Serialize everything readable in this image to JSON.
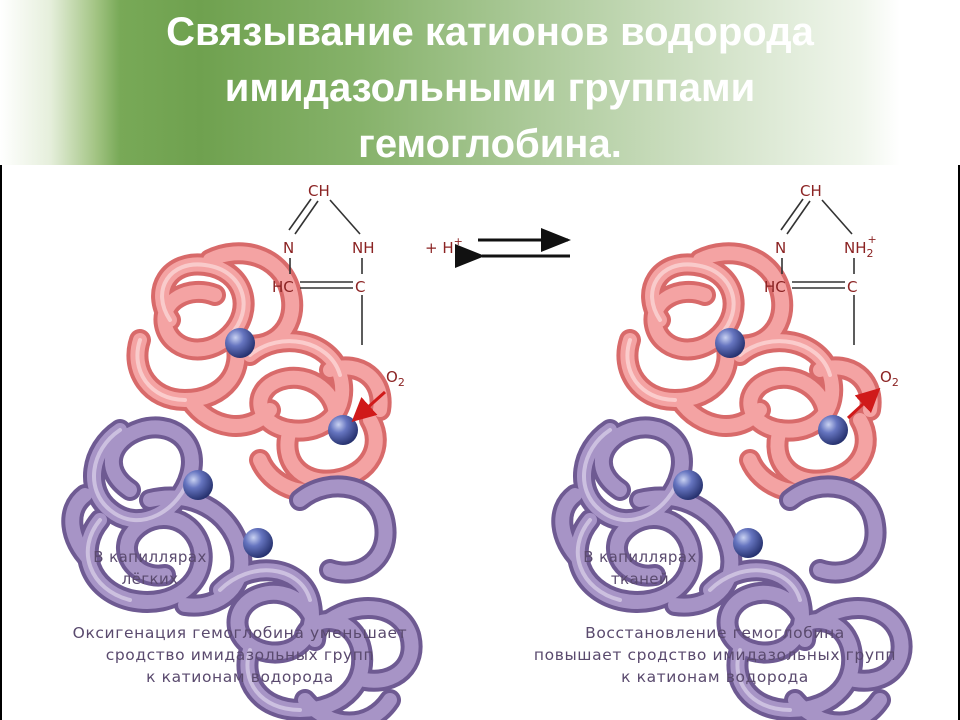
{
  "title": {
    "lines": [
      "Связывание катионов водорода",
      "имидазольными группами",
      "гемоглобина."
    ]
  },
  "left_panel": {
    "location_lines": [
      "В капиллярах",
      "лёгких"
    ],
    "caption_lines": [
      "Оксигенация гемоглобина уменьшает",
      "сродство имидазольных групп",
      "к катионам водорода"
    ],
    "imidazole": {
      "top": "CH",
      "left_n": "N",
      "right_n": "NH",
      "left_c": "HC",
      "right_c": "C"
    },
    "o2_label": "O",
    "o2_sub": "2"
  },
  "right_panel": {
    "location_lines": [
      "В капиллярах",
      "тканей"
    ],
    "caption_lines": [
      "Восстановление гемоглобина",
      "повышает сродство имидазольных групп",
      "к катионам водорода"
    ],
    "imidazole": {
      "top": "CH",
      "left_n": "N",
      "right_n": "NH",
      "right_n_sub": "2",
      "right_n_sup": "+",
      "left_c": "HC",
      "right_c": "C"
    },
    "o2_label": "O",
    "o2_sub": "2"
  },
  "equilibrium": {
    "reagent": "+ H",
    "reagent_sup": "+"
  },
  "colors": {
    "pink_chain": "#f08f8f",
    "purple_chain": "#9a86b8",
    "heme": "#4e5fa8",
    "arrow": "#d01a1a",
    "chem_text": "#8b2323",
    "caption_text": "#5a4a6e",
    "title_green": "#6fa14f"
  }
}
